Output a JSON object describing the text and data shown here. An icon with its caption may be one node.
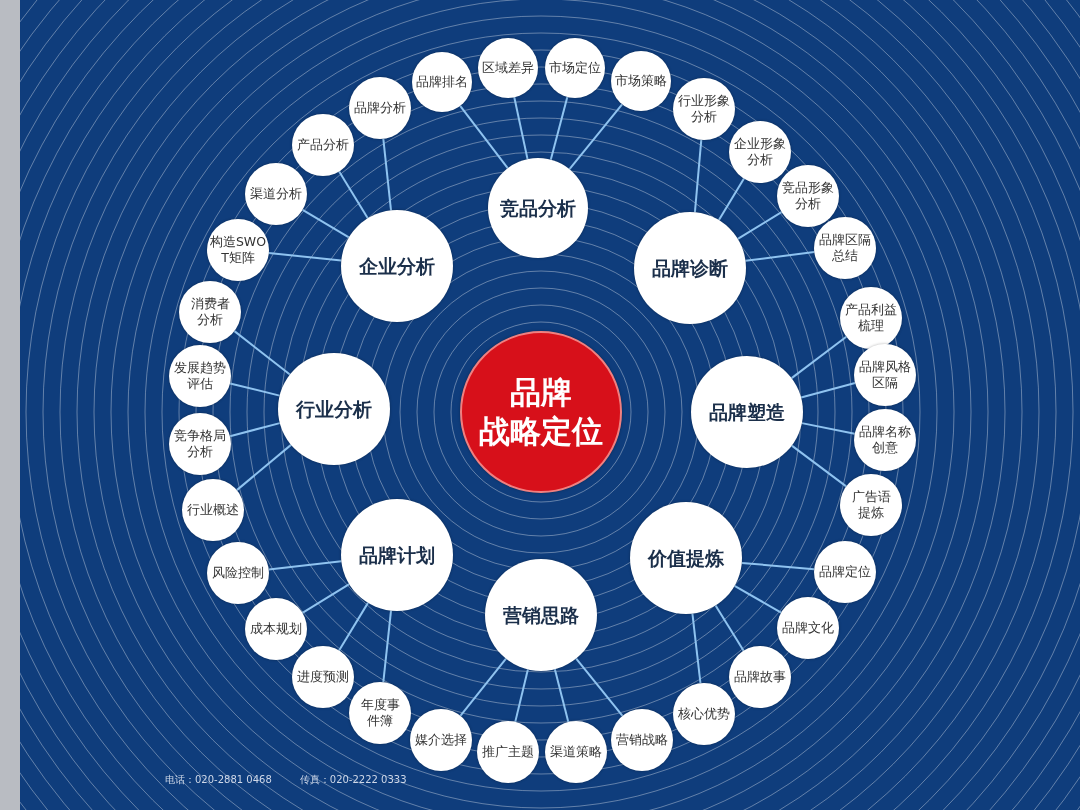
{
  "diagram": {
    "nodes": [
      {
        "text": [
          "品牌",
          "战略定位"
        ]
      },
      {
        "text": [
          "竞品分析"
        ]
      },
      {
        "text": [
          "品牌诊断"
        ]
      },
      {
        "text": [
          "品牌塑造"
        ]
      },
      {
        "text": [
          "价值提炼"
        ]
      },
      {
        "text": [
          "营销思路"
        ]
      },
      {
        "text": [
          "品牌计划"
        ]
      },
      {
        "text": [
          "行业分析"
        ]
      },
      {
        "text": [
          "企业分析"
        ]
      },
      {
        "text": [
          "品牌排名"
        ]
      },
      {
        "text": [
          "区域差异"
        ]
      },
      {
        "text": [
          "市场定位"
        ]
      },
      {
        "text": [
          "市场策略"
        ]
      },
      {
        "text": [
          "行业形象分析"
        ]
      },
      {
        "text": [
          "企业形象分析"
        ]
      },
      {
        "text": [
          "竞品形象分析"
        ]
      },
      {
        "text": [
          "品牌区隔总结"
        ]
      },
      {
        "text": [
          "产品利益梳理"
        ]
      },
      {
        "text": [
          "品牌风格区隔"
        ]
      },
      {
        "text": [
          "品牌名称创意"
        ]
      },
      {
        "text": [
          "广告语提炼"
        ]
      },
      {
        "text": [
          "品牌定位"
        ]
      },
      {
        "text": [
          "品牌文化"
        ]
      },
      {
        "text": [
          "品牌故事"
        ]
      },
      {
        "text": [
          "核心优势"
        ]
      },
      {
        "text": [
          "营销战略"
        ]
      },
      {
        "text": [
          "渠道策略"
        ]
      },
      {
        "text": [
          "推广主题"
        ]
      },
      {
        "text": [
          "媒介选择"
        ]
      },
      {
        "text": [
          "年度事件簿"
        ]
      },
      {
        "text": [
          "进度预测"
        ]
      },
      {
        "text": [
          "成本规划"
        ]
      },
      {
        "text": [
          "风险控制"
        ]
      },
      {
        "text": [
          "行业概述"
        ]
      },
      {
        "text": [
          "竞争格局分析"
        ]
      },
      {
        "text": [
          "发展趋势评估"
        ]
      },
      {
        "text": [
          "消费者分析"
        ]
      },
      {
        "text": [
          "构造SWOT矩阵"
        ]
      },
      {
        "text": [
          "渠道分析"
        ]
      },
      {
        "text": [
          "产品分析"
        ]
      },
      {
        "text": [
          "品牌分析"
        ]
      }
    ],
    "edges": [
      {
        "from": 1,
        "to": 9,
        "arrow": "none"
      },
      {
        "from": 1,
        "to": 10,
        "arrow": "none"
      },
      {
        "from": 1,
        "to": 11,
        "arrow": "none"
      },
      {
        "from": 1,
        "to": 12,
        "arrow": "none"
      },
      {
        "from": 2,
        "to": 13,
        "arrow": "none"
      },
      {
        "from": 2,
        "to": 14,
        "arrow": "none"
      },
      {
        "from": 2,
        "to": 15,
        "arrow": "none"
      },
      {
        "from": 2,
        "to": 16,
        "arrow": "none"
      },
      {
        "from": 3,
        "to": 17,
        "arrow": "none"
      },
      {
        "from": 3,
        "to": 18,
        "arrow": "none"
      },
      {
        "from": 3,
        "to": 19,
        "arrow": "none"
      },
      {
        "from": 3,
        "to": 20,
        "arrow": "none"
      },
      {
        "from": 4,
        "to": 21,
        "arrow": "none"
      },
      {
        "from": 4,
        "to": 22,
        "arrow": "none"
      },
      {
        "from": 4,
        "to": 23,
        "arrow": "none"
      },
      {
        "from": 4,
        "to": 24,
        "arrow": "none"
      },
      {
        "from": 5,
        "to": 25,
        "arrow": "none"
      },
      {
        "from": 5,
        "to": 26,
        "arrow": "none"
      },
      {
        "from": 5,
        "to": 27,
        "arrow": "none"
      },
      {
        "from": 5,
        "to": 28,
        "arrow": "none"
      },
      {
        "from": 6,
        "to": 29,
        "arrow": "none"
      },
      {
        "from": 6,
        "to": 30,
        "arrow": "none"
      },
      {
        "from": 6,
        "to": 31,
        "arrow": "none"
      },
      {
        "from": 6,
        "to": 32,
        "arrow": "none"
      },
      {
        "from": 7,
        "to": 33,
        "arrow": "none"
      },
      {
        "from": 7,
        "to": 34,
        "arrow": "none"
      },
      {
        "from": 7,
        "to": 35,
        "arrow": "none"
      },
      {
        "from": 7,
        "to": 36,
        "arrow": "none"
      },
      {
        "from": 8,
        "to": 37,
        "arrow": "none"
      },
      {
        "from": 8,
        "to": 38,
        "arrow": "none"
      },
      {
        "from": 8,
        "to": 39,
        "arrow": "none"
      },
      {
        "from": 8,
        "to": 40,
        "arrow": "none"
      }
    ],
    "labels": [
      "电话：020-2881 0468",
      "传真：020-2222 0333"
    ]
  }
}
